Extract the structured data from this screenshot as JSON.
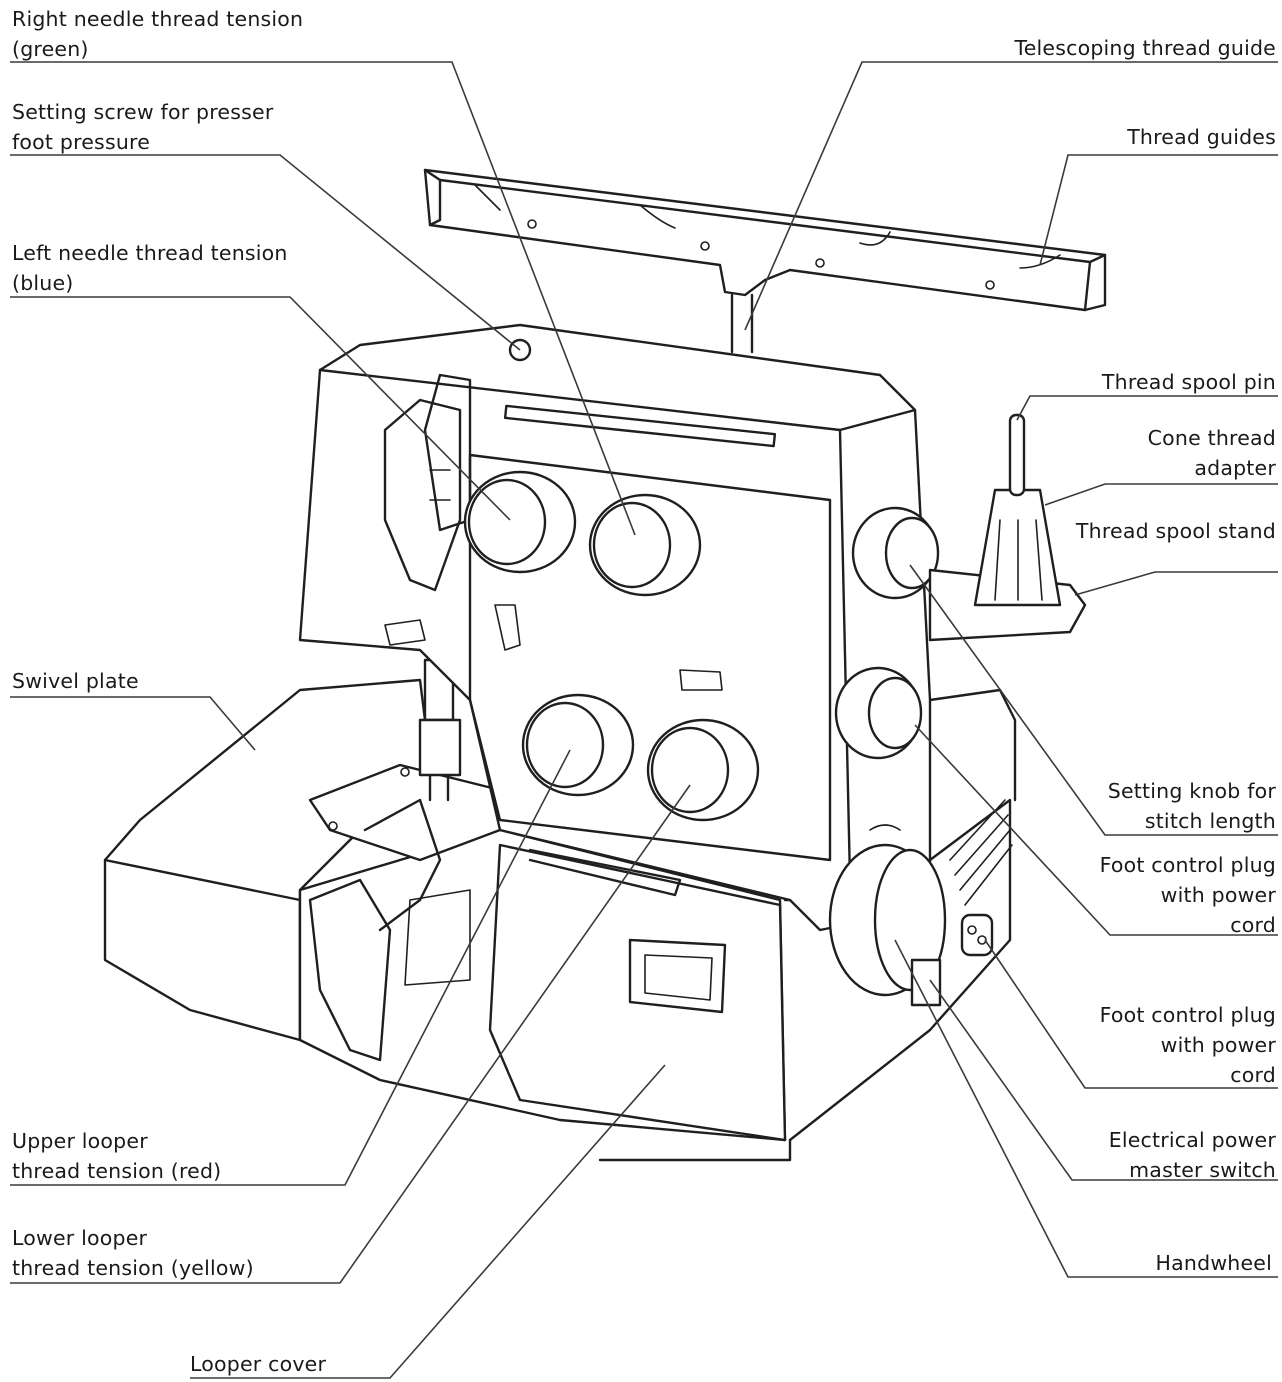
{
  "diagram": {
    "labels": [
      {
        "id": "right-needle-thread-tension",
        "lines": [
          "Right needle thread tension",
          "(green)"
        ]
      },
      {
        "id": "setting-screw-presser-foot-pressure",
        "lines": [
          "Setting screw for presser",
          "foot pressure"
        ]
      },
      {
        "id": "left-needle-thread-tension",
        "lines": [
          "Left needle thread tension",
          "(blue)"
        ]
      },
      {
        "id": "swivel-plate",
        "lines": [
          "Swivel plate"
        ]
      },
      {
        "id": "upper-looper-thread-tension",
        "lines": [
          "Upper looper",
          "thread tension (red)"
        ]
      },
      {
        "id": "lower-looper-thread-tension",
        "lines": [
          "Lower looper",
          "thread tension (yellow)"
        ]
      },
      {
        "id": "looper-cover",
        "lines": [
          "Looper cover"
        ]
      },
      {
        "id": "telescoping-thread-guide",
        "lines": [
          "Telescoping thread guide"
        ]
      },
      {
        "id": "thread-guides",
        "lines": [
          "Thread guides"
        ]
      },
      {
        "id": "thread-spool-pin",
        "lines": [
          "Thread spool pin"
        ]
      },
      {
        "id": "cone-thread-adapter",
        "lines": [
          "Cone thread",
          "adapter"
        ]
      },
      {
        "id": "thread-spool-stand",
        "lines": [
          "Thread spool stand"
        ]
      },
      {
        "id": "setting-knob-stitch-length",
        "lines": [
          "Setting knob for",
          "stitch length"
        ]
      },
      {
        "id": "foot-control-plug-1",
        "lines": [
          "Foot control plug",
          "with power",
          "cord"
        ]
      },
      {
        "id": "foot-control-plug-2",
        "lines": [
          "Foot control plug",
          "with power",
          "cord"
        ]
      },
      {
        "id": "electrical-power-master-switch",
        "lines": [
          "Electrical power",
          "master switch"
        ]
      },
      {
        "id": "handwheel",
        "lines": [
          "Handwheel"
        ]
      }
    ]
  }
}
